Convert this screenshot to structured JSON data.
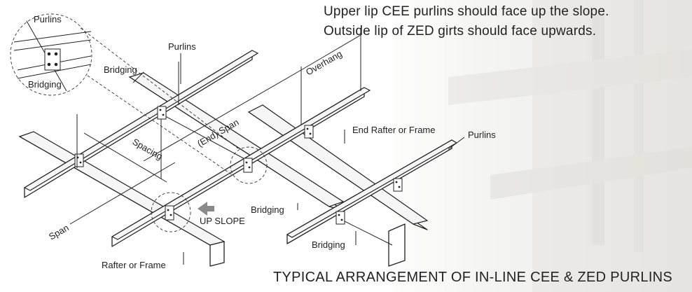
{
  "notes": {
    "line1": "Upper lip CEE purlins should face up the slope.",
    "line2": "Outside lip of ZED girts should face upwards."
  },
  "caption": "TYPICAL ARRANGEMENT OF IN-LINE CEE & ZED PURLINS",
  "labels": {
    "purlins_detail": "Purlins",
    "bridging_detail": "Bridging",
    "purlins_top": "Purlins",
    "bridging_top": "Bridging",
    "overhang": "Overhang",
    "end_span": "(End) Span",
    "spacing": "Spacing",
    "end_rafter": "End Rafter or Frame",
    "purlins_right": "Purlins",
    "bridging_mid": "Bridging",
    "up_slope": "UP SLOPE",
    "span": "Span",
    "bridging_bottom": "Bridging",
    "rafter_or_frame": "Rafter or Frame"
  }
}
